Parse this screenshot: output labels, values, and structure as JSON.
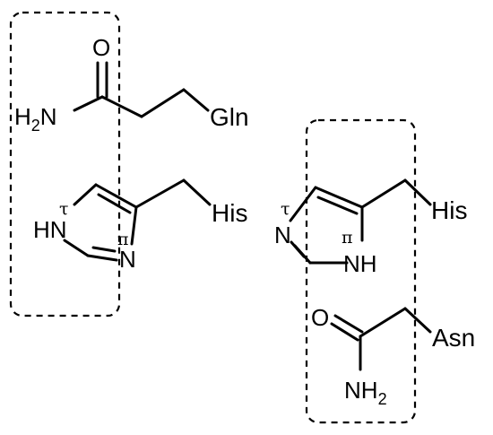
{
  "left_group": {
    "gln": {
      "carbonyl_o": "O",
      "amide_n": "H",
      "amide_n_sub": "2",
      "amide_n_tail": "N",
      "residue": "Gln"
    },
    "his": {
      "nh_label": "HN",
      "n_label": "N",
      "tau": "τ",
      "pi": "π",
      "residue": "His"
    }
  },
  "right_group": {
    "his": {
      "n_label": "N",
      "nh_label": "NH",
      "tau": "τ",
      "pi": "π",
      "residue": "His"
    },
    "asn": {
      "carbonyl_o": "O",
      "amide_n": "NH",
      "amide_n_sub": "2",
      "residue": "Asn"
    }
  }
}
